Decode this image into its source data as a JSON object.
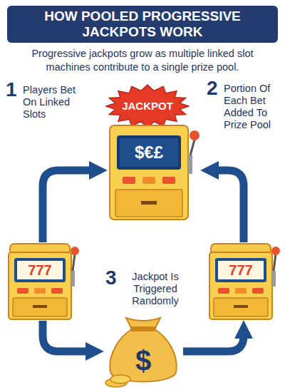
{
  "diagram": {
    "title": "HOW POOLED PROGRESSIVE JACKPOTS WORK",
    "nodes": [
      {
        "text": [
          "JACKPOT"
        ]
      },
      {
        "text": [
          "$€£"
        ]
      },
      {
        "text": [
          "777"
        ]
      },
      {
        "text": [
          "777"
        ]
      },
      {
        "text": [
          "$"
        ]
      }
    ],
    "edges": [
      {
        "from": 2,
        "to": 1,
        "arrow": "to"
      },
      {
        "from": 3,
        "to": 1,
        "arrow": "to"
      },
      {
        "from": 2,
        "to": 4,
        "arrow": "to"
      },
      {
        "from": 4,
        "to": 3,
        "arrow": "to"
      }
    ],
    "labels": [
      "Progressive jackpots grow as multiple linked slot machines contribute to a single prize pool.",
      "1",
      "Players Bet On Linked Slots",
      "2",
      "Portion Of Each Bet Added To Prize Pool",
      "3",
      "Jackpot Is Triggered Randomly"
    ]
  }
}
